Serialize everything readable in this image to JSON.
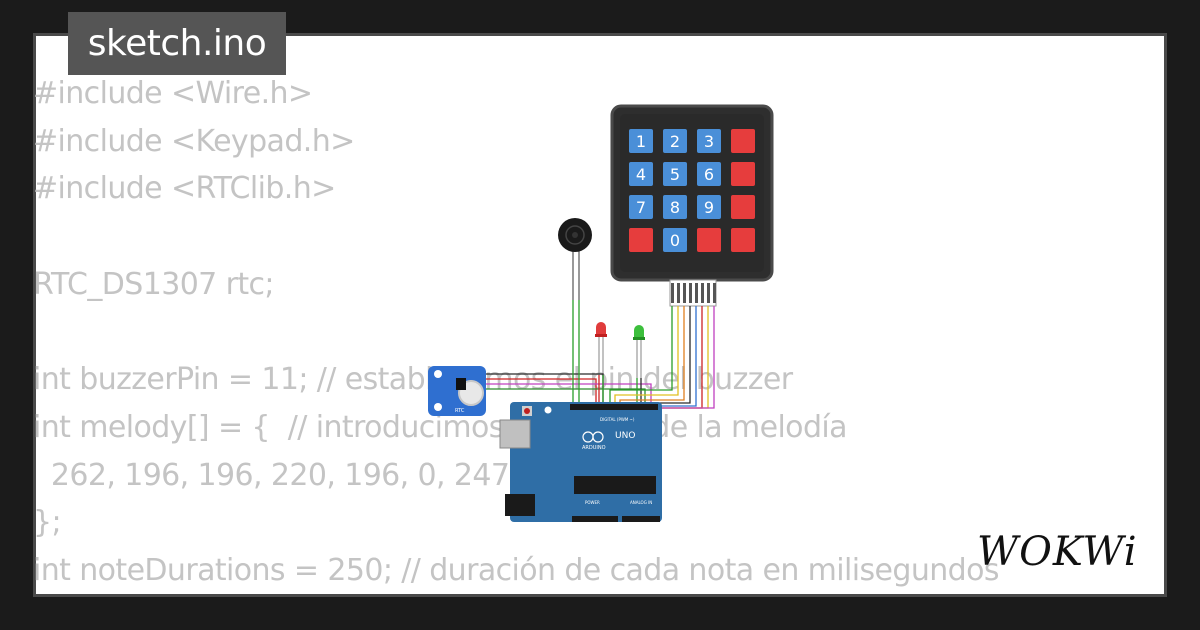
{
  "file_tab": {
    "name": "sketch.ino"
  },
  "code": {
    "lines": [
      "#include <Wire.h>",
      "#include <Keypad.h>",
      "#include <RTClib.h>",
      "",
      "RTC_DS1307 rtc;",
      "",
      "int buzzerPin = 11; // establecemos el pin del buzzer",
      "int melody[] = {  // introducimos las notas de la melodía",
      "  262, 196, 196, 220, 196, 0, 247, 262",
      "};",
      "int noteDurations = 250; // duración de cada nota en milisegundos"
    ]
  },
  "keypad": {
    "keys": [
      "1",
      "2",
      "3",
      "",
      "4",
      "5",
      "6",
      "",
      "7",
      "8",
      "9",
      "",
      "",
      "0",
      "",
      ""
    ]
  },
  "arduino": {
    "brand": "ARDUINO",
    "model": "UNO",
    "header_digital": "DIGITAL (PWM ~)",
    "header_power": "POWER",
    "header_analog": "ANALOG IN"
  },
  "rtc": {
    "label": "RTC"
  },
  "logo": {
    "text": "WOKWi"
  },
  "colors": {
    "background": "#1b1b1b",
    "card": "#ffffff",
    "code_text": "#c4c4c4",
    "tab_bg": "#555555",
    "keypad_blue": "#4a8fd8",
    "keypad_red": "#e63d3d",
    "arduino_blue": "#2f6ea6"
  }
}
